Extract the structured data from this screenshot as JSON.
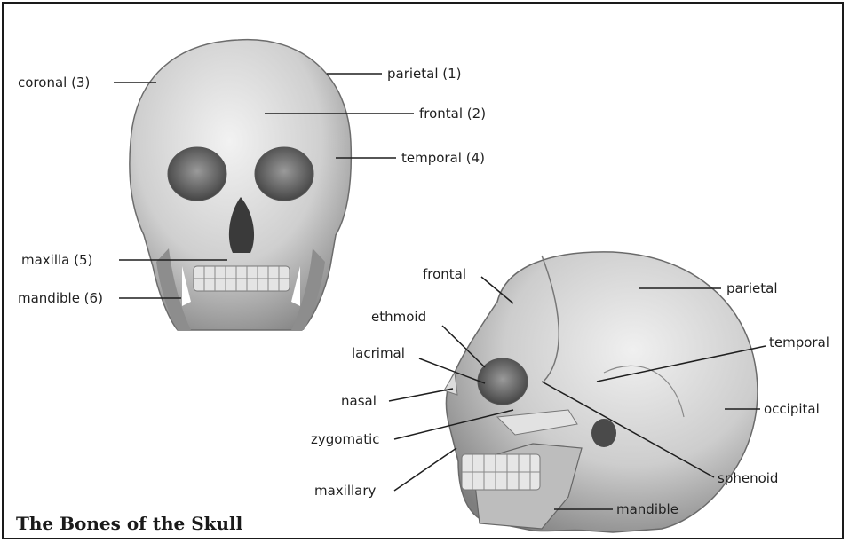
{
  "title": "The Bones of the Skull",
  "front_view": {
    "labels": {
      "coronal": "coronal (3)",
      "parietal": "parietal (1)",
      "frontal": "frontal (2)",
      "temporal": "temporal (4)",
      "maxilla": "maxilla (5)",
      "mandible": "mandible (6)"
    }
  },
  "side_view": {
    "labels": {
      "frontal": "frontal",
      "parietal": "parietal",
      "ethmoid": "ethmoid",
      "temporal": "temporal",
      "lacrimal": "lacrimal",
      "nasal": "nasal",
      "occipital": "occipital",
      "zygomatic": "zygomatic",
      "sphenoid": "sphenoid",
      "maxillary": "maxillary",
      "mandible": "mandible"
    }
  }
}
